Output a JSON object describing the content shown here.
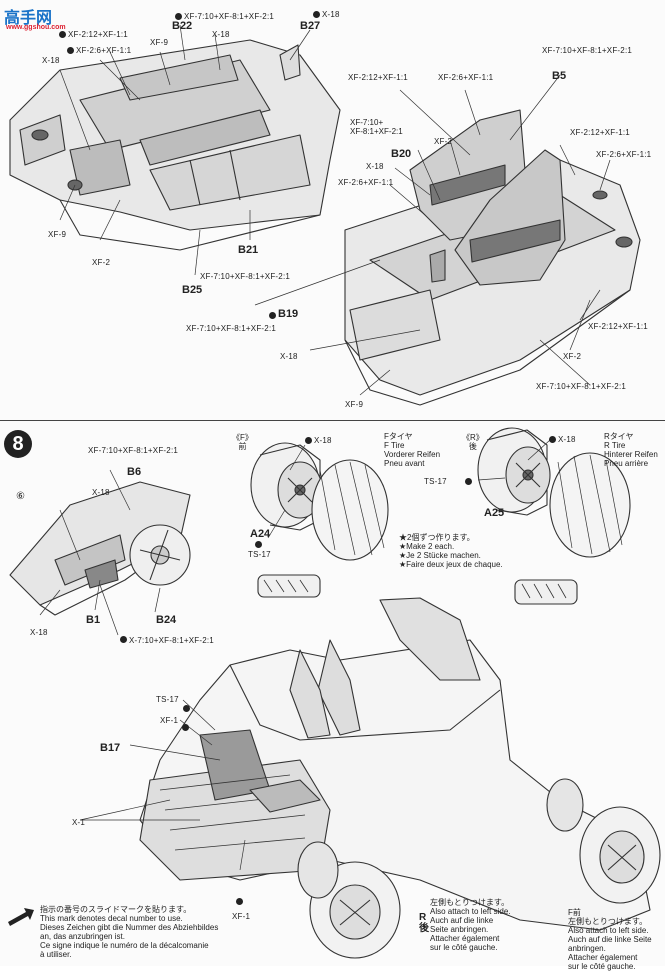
{
  "watermark": {
    "cn": "高手网",
    "url": "www.ggshou.com"
  },
  "step": {
    "number": "8"
  },
  "top": {
    "parts": {
      "b22": "B22",
      "b27": "B27",
      "b5": "B5",
      "b20": "B20",
      "b21": "B21",
      "b25": "B25",
      "b19": "B19"
    },
    "labels": {
      "xf_tl": "XF-7:10+XF-8:1+XF-2:1",
      "x18_tl": "X-18",
      "xf2_12_tl": "XF-2:12+XF-1:1",
      "xf9_tl": "XF-9",
      "x18_tl2": "X-18",
      "xf2_6_tl": "XF-2:6+XF-1:1",
      "x18_l": "X-18",
      "xf9_l": "XF-9",
      "xf2_l": "XF-2",
      "xf_b21": "XF-7:10+XF-8:1+XF-2:1",
      "xf_tr": "XF-7:10+XF-8:1+XF-2:1",
      "xf2_12_tr": "XF-2:12+XF-1:1",
      "xf2_6_tr": "XF-2:6+XF-1:1",
      "xf_mid": "XF-7:10+\nXF-8:1+XF-2:1",
      "xf2_mid": "XF-2",
      "xf2_12_r": "XF-2:12+XF-1:1",
      "x18_mid": "X-18",
      "xf2_6_mid": "XF-2:6+XF-1:1",
      "xf2_6_r": "XF-2:6+XF-1:1",
      "xf_b19": "XF-7:10+XF-8:1+XF-2:1",
      "xf2_12_br": "XF-2:12+XF-1:1",
      "x18_b": "X-18",
      "xf2_br": "XF-2",
      "xf9_b": "XF-9",
      "xf_br": "XF-7:10+XF-8:1+XF-2:1"
    }
  },
  "bottom": {
    "parts": {
      "b6": "B6",
      "b1": "B1",
      "b24": "B24",
      "a24": "A24",
      "a25": "A25",
      "b17": "B17"
    },
    "labels": {
      "xf_b6": "XF-7:10+XF-8:1+XF-2:1",
      "x18_dash": "X-18",
      "x18_dash_l": "X-18",
      "xf_b24": "X-7:10+XF-8:1+XF-2:1",
      "decal6": "⑥",
      "front_head": "《F》\n前",
      "x18_f": "X-18",
      "ftire": "Fタイヤ\nF Tire\nVorderer Reifen\nPneu avant",
      "ts17_f": "TS-17",
      "rear_head": "《R》\n後",
      "x18_r": "X-18",
      "rtire": "Rタイヤ\nR Tire\nHinterer Reifen\nPneu arrière",
      "ts17_r": "TS-17",
      "make2": "★2個ずつ作ります。\n★Make 2 each.\n★Je 2 Stücke machen.\n★Faire deux jeux de chaque.",
      "ts17_b": "TS-17",
      "xf1_b": "XF-1",
      "x1_b": "X-1",
      "xf1_bb": "XF-1",
      "r_note": "左側もとりつけます。\nAlso attach to left side.\nAuch auf die linke\nSeite anbringen.\nAttacher également\nsur le côté gauche.",
      "r_letter": "R\n後",
      "f_note": "F前\n左側もとりつけます。\nAlso attach to left side.\nAuch auf die linke Seite\nanbringen.\nAttacher également\nsur le côté gauche.",
      "decal_note": "指示の番号のスライドマークを貼ります。\nThis mark denotes decal number to use.\nDieses Zeichen gibt die Nummer des Abziehbildes\nan, das anzubringen ist.\nCe signe indique le numéro de la décalcomanie\nà utiliser."
    }
  }
}
